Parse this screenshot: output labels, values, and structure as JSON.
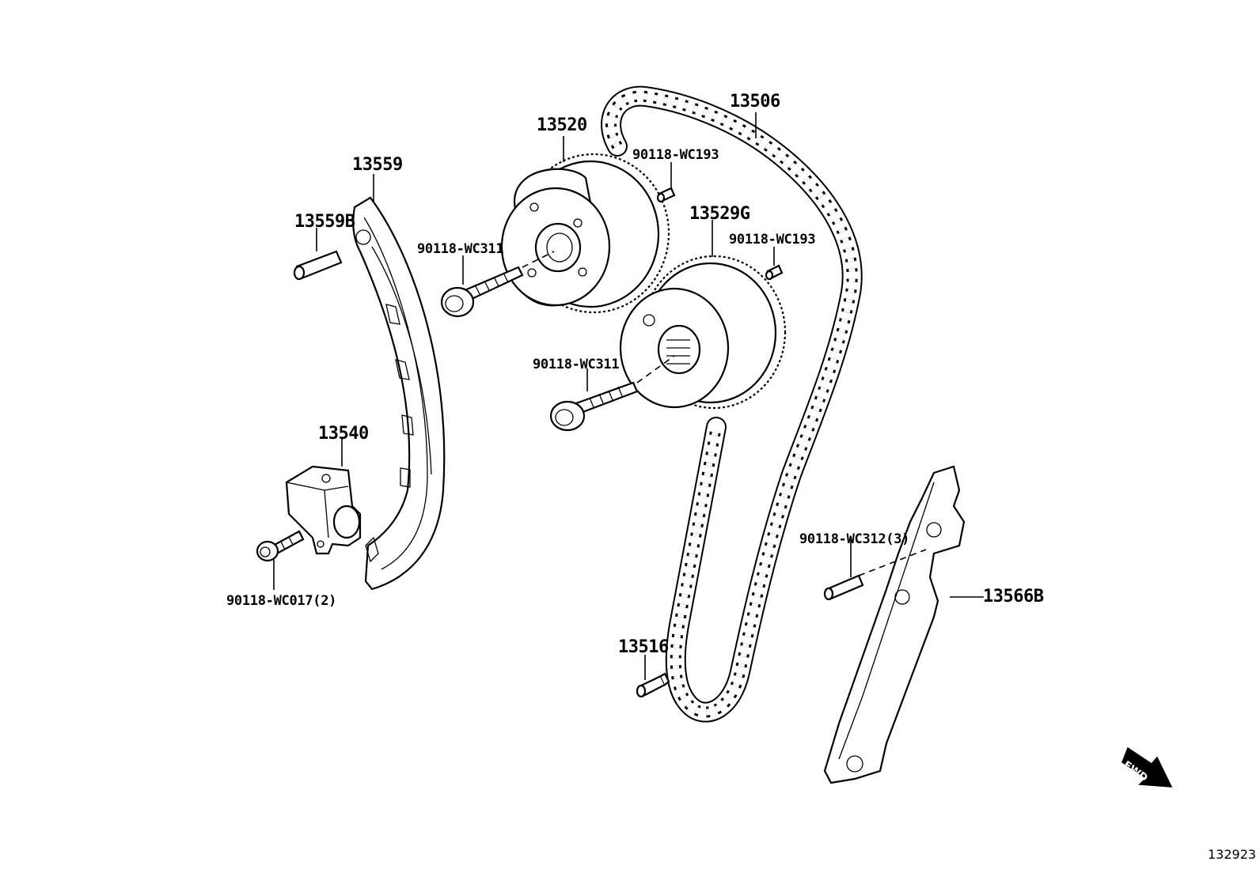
{
  "diagram": {
    "id_number": "132923",
    "fwd_label": "FWD",
    "labels": {
      "p13506": "13506",
      "p13520": "13520",
      "p90118_wc193_a": "90118-WC193",
      "p13559": "13559",
      "p13529g": "13529G",
      "p13559b": "13559B",
      "p90118_wc311_a": "90118-WC311",
      "p90118_wc193_b": "90118-WC193",
      "p90118_wc311_b": "90118-WC311",
      "p13540": "13540",
      "p90118_wc312": "90118-WC312(3)",
      "p13566b": "13566B",
      "p90118_wc017": "90118-WC017(2)",
      "p13516": "13516"
    }
  }
}
